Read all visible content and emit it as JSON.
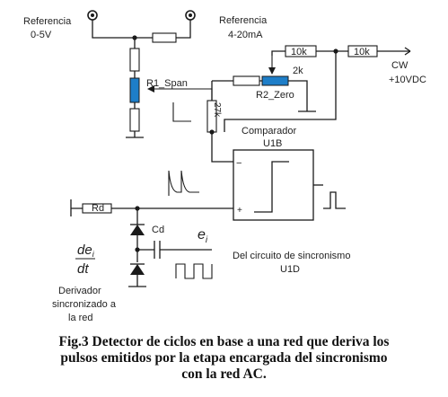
{
  "labels": {
    "ref_volt_line1": "Referencia",
    "ref_volt_line2": "0-5V",
    "ref_curr_line1": "Referencia",
    "ref_curr_line2": "4-20mA",
    "r_10k_a": "10k",
    "r_10k_b": "10k",
    "r_2k": "2k",
    "r2_zero": "R2_Zero",
    "r1_span": "R1_Span",
    "r_27k": "27k",
    "cw_line1": "CW",
    "cw_line2": "+10VDC",
    "comparator_line1": "Comparador",
    "comparator_line2": "U1B",
    "op_minus": "−",
    "op_plus": "+",
    "rd": "Rd",
    "cd": "Cd",
    "ei_letter": "e",
    "ei_sub": "i",
    "deriv_num": "de",
    "deriv_num_sub": "i",
    "deriv_den": "dt",
    "sync_line1": "Del circuito de sincronismo",
    "sync_line2": "U1D",
    "derivator_line1": "Derivador",
    "derivator_line2": "sincronizado a",
    "derivator_line3": "la red"
  },
  "caption": {
    "line1": "Fig.3 Detector de ciclos en base a una red que deriva los",
    "line2": "pulsos emitidos por la etapa encargada del sincronismo",
    "line3": "con la red AC."
  },
  "colors": {
    "potentiometer": "#1e7ec8",
    "wire": "#1a1a1a"
  }
}
